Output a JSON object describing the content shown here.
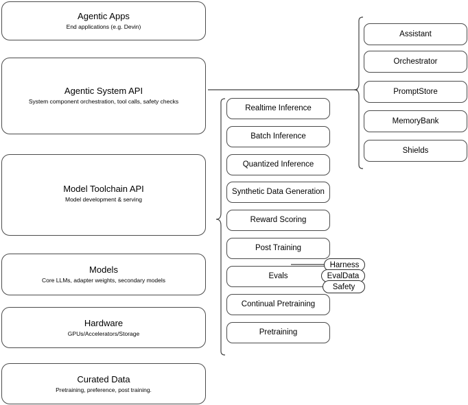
{
  "diagram": {
    "title": "AI Stack Layers Architecture Diagram",
    "stroke_color": "#4a4a4a",
    "background_color": "#ffffff"
  },
  "left_stack": [
    {
      "title": "Agentic Apps",
      "subtitle": "End applications (e.g. Devin)"
    },
    {
      "title": "Agentic System API",
      "subtitle": "System component orchestration, tool calls, safety checks"
    },
    {
      "title": "Model Toolchain API",
      "subtitle": "Model development & serving"
    },
    {
      "title": "Models",
      "subtitle": "Core LLMs, adapter weights, secondary models"
    },
    {
      "title": "Hardware",
      "subtitle": "GPUs/Accelerators/Storage"
    },
    {
      "title": "Curated Data",
      "subtitle": "Pretraining, preference, post training."
    }
  ],
  "middle_column": [
    {
      "label": "Realtime Inference"
    },
    {
      "label": "Batch Inference"
    },
    {
      "label": "Quantized Inference"
    },
    {
      "label": "Synthetic Data Generation"
    },
    {
      "label": "Reward Scoring"
    },
    {
      "label": "Post Training"
    },
    {
      "label": "Evals"
    },
    {
      "label": "Continual Pretraining"
    },
    {
      "label": "Pretraining"
    }
  ],
  "right_column": [
    {
      "label": "Assistant"
    },
    {
      "label": "Orchestrator"
    },
    {
      "label": "PromptStore"
    },
    {
      "label": "MemoryBank"
    },
    {
      "label": "Shields"
    }
  ],
  "evals_badges": [
    {
      "label": "Harness"
    },
    {
      "label": "EvalData"
    },
    {
      "label": "Safety"
    }
  ]
}
